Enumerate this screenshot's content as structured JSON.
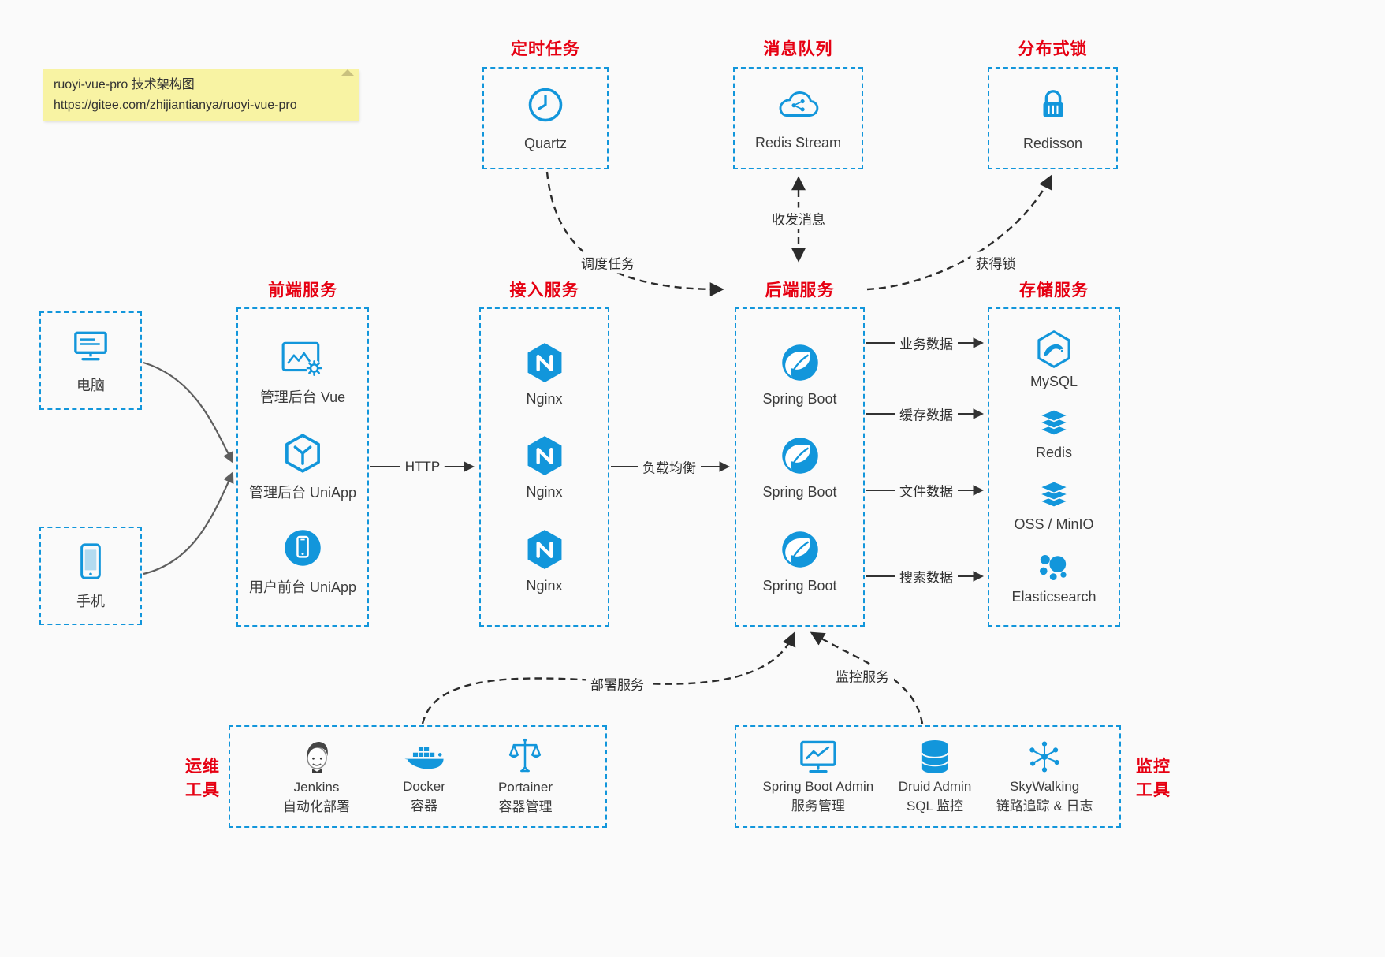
{
  "colors": {
    "blue": "#1296db",
    "red": "#e60012",
    "bg": "#fafafa",
    "note_bg": "#f8f3a3",
    "text": "#3c3c3c"
  },
  "note": {
    "line1": "ruoyi-vue-pro 技术架构图",
    "line2": "https://gitee.com/zhijiantianya/ruoyi-vue-pro"
  },
  "top": {
    "scheduler": {
      "title": "定时任务",
      "label": "Quartz",
      "icon": "clock-icon"
    },
    "mq": {
      "title": "消息队列",
      "label": "Redis Stream",
      "icon": "cloud-network-icon"
    },
    "lock": {
      "title": "分布式锁",
      "label": "Redisson",
      "icon": "lock-icon"
    }
  },
  "clients": {
    "pc": {
      "label": "电脑",
      "icon": "monitor-icon"
    },
    "phone": {
      "label": "手机",
      "icon": "smartphone-icon"
    }
  },
  "frontend": {
    "title": "前端服务",
    "items": [
      {
        "label": "管理后台 Vue",
        "icon": "admin-window-gear-icon"
      },
      {
        "label": "管理后台 UniApp",
        "icon": "uniapp-cube-icon"
      },
      {
        "label": "用户前台 UniApp",
        "icon": "user-app-circle-icon"
      }
    ]
  },
  "gateway": {
    "title": "接入服务",
    "items": [
      {
        "label": "Nginx"
      },
      {
        "label": "Nginx"
      },
      {
        "label": "Nginx"
      }
    ]
  },
  "backend": {
    "title": "后端服务",
    "items": [
      {
        "label": "Spring Boot"
      },
      {
        "label": "Spring Boot"
      },
      {
        "label": "Spring Boot"
      }
    ]
  },
  "storage": {
    "title": "存储服务",
    "items": [
      {
        "label": "MySQL",
        "icon": "mysql-hexagon-icon"
      },
      {
        "label": "Redis",
        "icon": "stack-icon"
      },
      {
        "label": "OSS / MinIO",
        "icon": "stack-icon"
      },
      {
        "label": "Elasticsearch",
        "icon": "cluster-icon"
      }
    ]
  },
  "ops": {
    "title_line1": "运维",
    "title_line2": "工具",
    "items": [
      {
        "name": "Jenkins",
        "desc": "自动化部署",
        "icon": "jenkins-icon"
      },
      {
        "name": "Docker",
        "desc": "容器",
        "icon": "docker-whale-icon"
      },
      {
        "name": "Portainer",
        "desc": "容器管理",
        "icon": "scales-icon"
      }
    ]
  },
  "monitoring": {
    "title_line1": "监控",
    "title_line2": "工具",
    "items": [
      {
        "name": "Spring Boot Admin",
        "desc": "服务管理",
        "icon": "monitor-chart-icon"
      },
      {
        "name": "Druid Admin",
        "desc": "SQL 监控",
        "icon": "database-icon"
      },
      {
        "name": "SkyWalking",
        "desc": "链路追踪 & 日志",
        "icon": "network-nodes-icon"
      }
    ]
  },
  "edges": {
    "http": "HTTP",
    "load_balance": "负载均衡",
    "schedule": "调度任务",
    "messages": "收发消息",
    "acquire_lock": "获得锁",
    "business_data": "业务数据",
    "cache_data": "缓存数据",
    "file_data": "文件数据",
    "search_data": "搜索数据",
    "deploy": "部署服务",
    "monitor": "监控服务"
  }
}
